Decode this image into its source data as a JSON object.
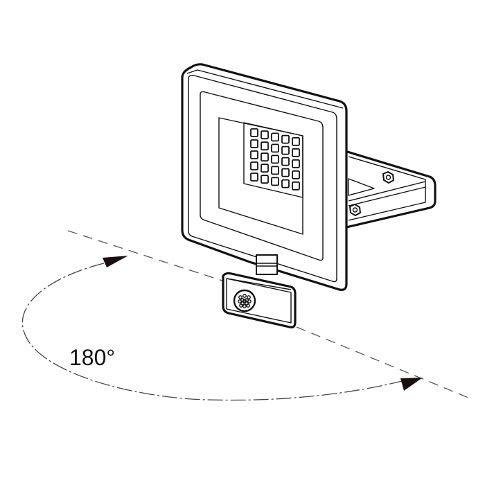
{
  "diagram": {
    "subject": "LED floodlight with PIR motion sensor",
    "rotation_label": "180°",
    "led_grid": {
      "rows": 5,
      "cols": 5
    },
    "parts": [
      "floodlight-housing",
      "led-panel",
      "mounting-bracket",
      "hex-nut",
      "hex-nut",
      "sensor-swivel-joint",
      "pir-motion-sensor"
    ],
    "colors": {
      "line": "#111111",
      "dash": "#555555",
      "arrow": "#1a0e0e",
      "background": "#ffffff"
    }
  }
}
